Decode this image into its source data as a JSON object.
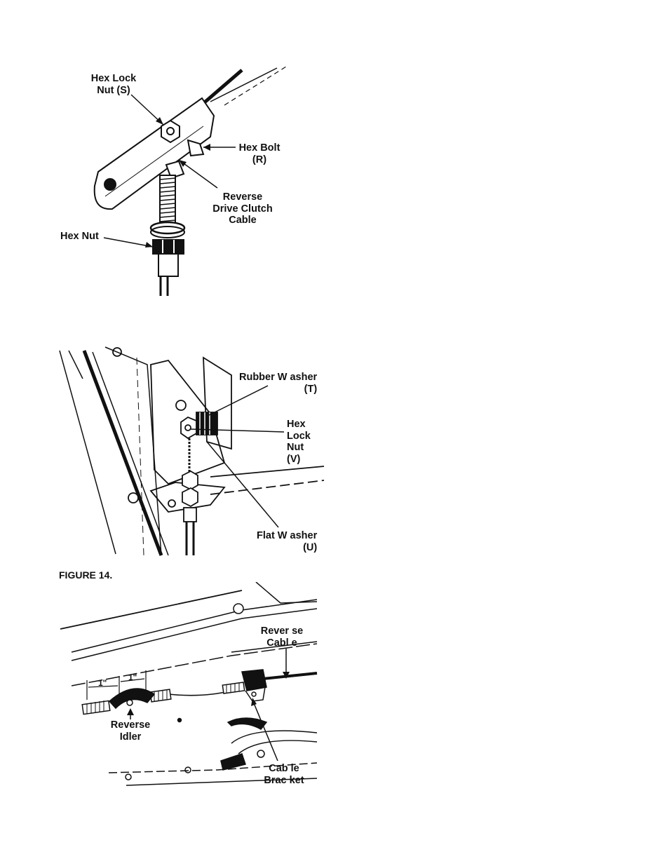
{
  "figure_top": {
    "labels": {
      "hex_lock_nut_s": "Hex Lock\nNut (S)",
      "hex_bolt_r": "Hex Bolt\n(R)",
      "reverse_drive_clutch_cable": "Reverse\nDrive Clutch\nCable",
      "hex_nut": "Hex Nut"
    }
  },
  "figure_middle": {
    "labels": {
      "rubber_washer_t": "Rubber W asher\n(T)",
      "hex_lock_nut_v": "Hex\nLock\nNut\n(V)",
      "flat_washer_u": "Flat W asher\n(U)"
    }
  },
  "figure_caption": "FIGURE 14.",
  "figure_bottom": {
    "labels": {
      "reverse_cable": "Rever se\nCabl e",
      "reverse_idler": "Reverse\nIdler",
      "cable_bracket": "Cab le\nBrac ket",
      "dim_left": "1\"",
      "dim_right": "1\""
    }
  }
}
